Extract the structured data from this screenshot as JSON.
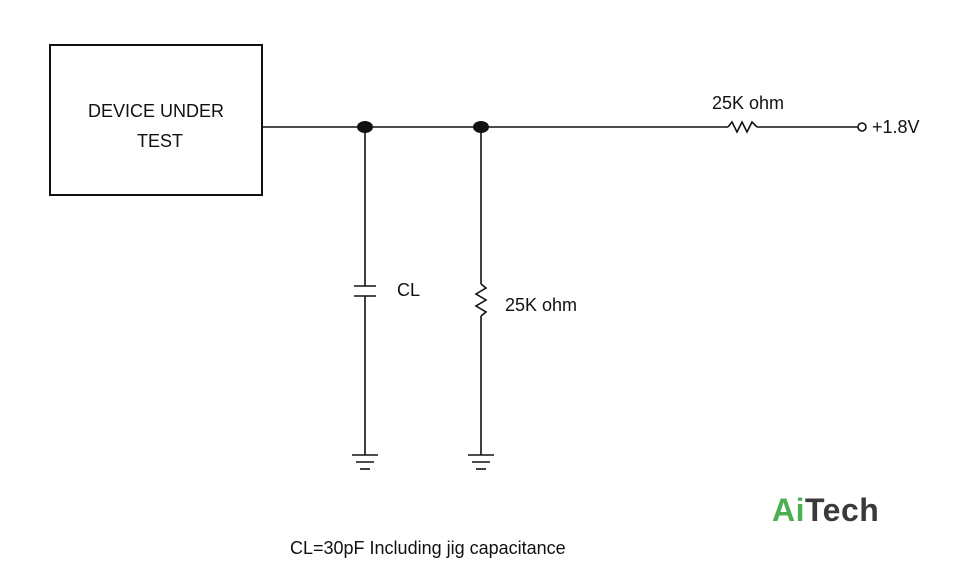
{
  "diagram": {
    "dut_label_line1": "DEVICE UNDER",
    "dut_label_line2": "TEST",
    "cap_label": "CL",
    "shunt_resistor_label": "25K ohm",
    "series_resistor_label": "25K ohm",
    "supply_label": "+1.8V",
    "caption": "CL=30pF Including jig capacitance"
  },
  "logo": {
    "part1": "Ai",
    "part2": "Tech",
    "color_ai": "#4caf50",
    "color_tech": "#3a3a3a"
  }
}
